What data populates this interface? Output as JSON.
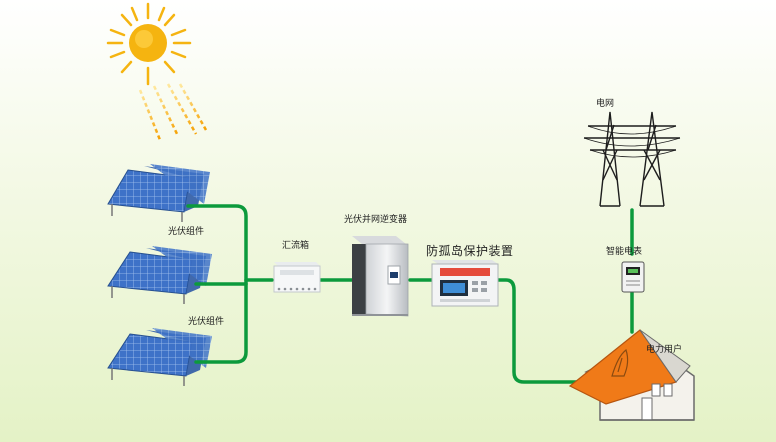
{
  "labels": {
    "pv_module_1": "光伏组件",
    "pv_module_2": "光伏组件",
    "combiner_box": "汇流箱",
    "inverter": "光伏并网逆变器",
    "anti_islanding": "防孤岛保护装置",
    "grid": "电网",
    "smart_meter": "智能电表",
    "consumer": "电力用户"
  },
  "colors": {
    "wire": "#0c9a3c",
    "panel": "#3e72c8",
    "sun": "#f5b410",
    "roof": "#f07a18"
  }
}
